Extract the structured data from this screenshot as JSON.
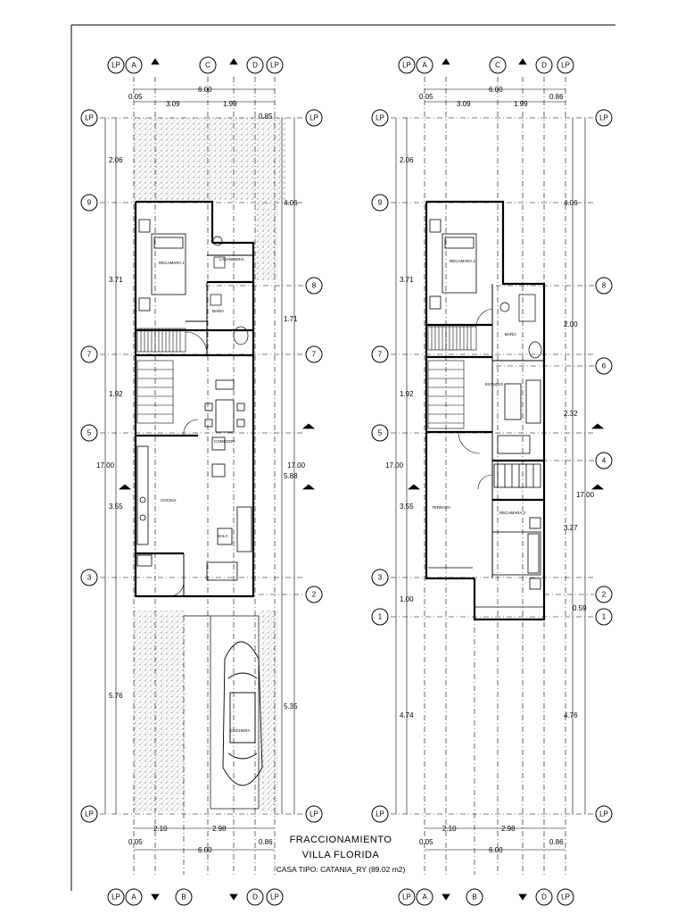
{
  "title_block": {
    "line1": "FRACCIONAMIENTO",
    "line2": "VILLA FLORIDA",
    "line3": "CASA TIPO: CATANIA_RY (89.02 m2)"
  },
  "bubbles": {
    "LP": "LP",
    "A": "A",
    "B": "B",
    "C": "C",
    "D": "D",
    "n1": "1",
    "n2": "2",
    "n3": "3",
    "n4": "4",
    "n5": "5",
    "n6": "6",
    "n7": "7",
    "n8": "8",
    "n9": "9"
  },
  "plan_left": {
    "top_dims": {
      "total": "6.00",
      "a": "0.05",
      "b": "3.09",
      "c": "1.99",
      "d": "0.85"
    },
    "bottom_dims": {
      "a": "0.05",
      "b": "2.10",
      "c": "2.98",
      "total": "6.00",
      "d": "0.86"
    },
    "left_dims": {
      "d1": "2.06",
      "d2": "3.71",
      "d3": "1.92",
      "total": "17.00",
      "d4": "3.55",
      "d5": "5.76"
    },
    "right_dims": {
      "d1": "4.06",
      "d2": "1.71",
      "total": "17.00",
      "d3": "5.88",
      "d4": "5.35"
    },
    "rooms": {
      "bedroom": "RECAMARA 1",
      "laundry": "LAVANDERIA",
      "bath": "BAÑO",
      "dining": "COMEDOR",
      "kitchen": "COCINA",
      "living": "SALA",
      "garage": "COCHERA"
    }
  },
  "plan_right": {
    "top_dims": {
      "total": "6.00",
      "a": "0.05",
      "b": "3.09",
      "c": "1.99",
      "d": "0.86"
    },
    "bottom_dims": {
      "a": "0.05",
      "b": "2.10",
      "c": "2.98",
      "total": "6.00",
      "d": "0.86"
    },
    "left_dims": {
      "d1": "2.06",
      "d2": "3.71",
      "d3": "1.92",
      "total": "17.00",
      "d4": "3.55",
      "d5": "1.00",
      "d6": "4.74"
    },
    "right_dims": {
      "d1": "4.06",
      "d2": "2.00",
      "d3": "2.32",
      "total": "17.00",
      "d4": "3.27",
      "d5": "0.59",
      "d6": "4.76"
    },
    "rooms": {
      "bedroom2": "RECAMARA 2",
      "bedroom3": "RECAMARA 3",
      "study": "ESTUDIO",
      "bath": "BAÑO",
      "terrace": "TERRAZA"
    }
  },
  "colors": {
    "ink": "#000000",
    "paper": "#ffffff",
    "hatch": "#666666"
  }
}
